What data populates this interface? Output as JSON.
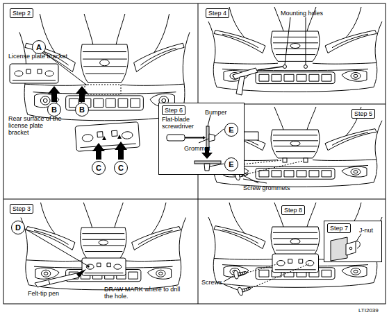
{
  "diagram": {
    "nodes": [
      {
        "text": [
          "Step 2"
        ]
      },
      {
        "text": [
          "A"
        ]
      },
      {
        "text": [
          "B"
        ]
      },
      {
        "text": [
          "B"
        ]
      },
      {
        "text": [
          "C"
        ]
      },
      {
        "text": [
          "C"
        ]
      },
      {
        "text": [
          "Step 4"
        ]
      },
      {
        "text": [
          "Flat-blade screwdriver",
          "Bumper",
          "Grommet"
        ]
      },
      {
        "text": [
          "Step 6"
        ],
        "in": 7
      },
      {
        "text": [
          "E"
        ],
        "in": 7
      },
      {
        "text": [
          "E"
        ],
        "in": 7
      },
      {
        "text": [
          "Step 5"
        ]
      },
      {
        "text": [
          "Step 3"
        ]
      },
      {
        "text": [
          "D"
        ]
      },
      {
        "text": [
          "Step 8"
        ]
      },
      {
        "text": [
          "J-nut"
        ]
      },
      {
        "text": [
          "Step 7"
        ],
        "in": 15
      }
    ],
    "labels": [
      "License plate bracket",
      "Rear surface of the license plate bracket",
      "Mounting holes",
      "Screw grommets",
      "Felt-tip pen",
      "DRAW MARK where to drill the hole.",
      "Screws",
      "LTI2039"
    ]
  }
}
